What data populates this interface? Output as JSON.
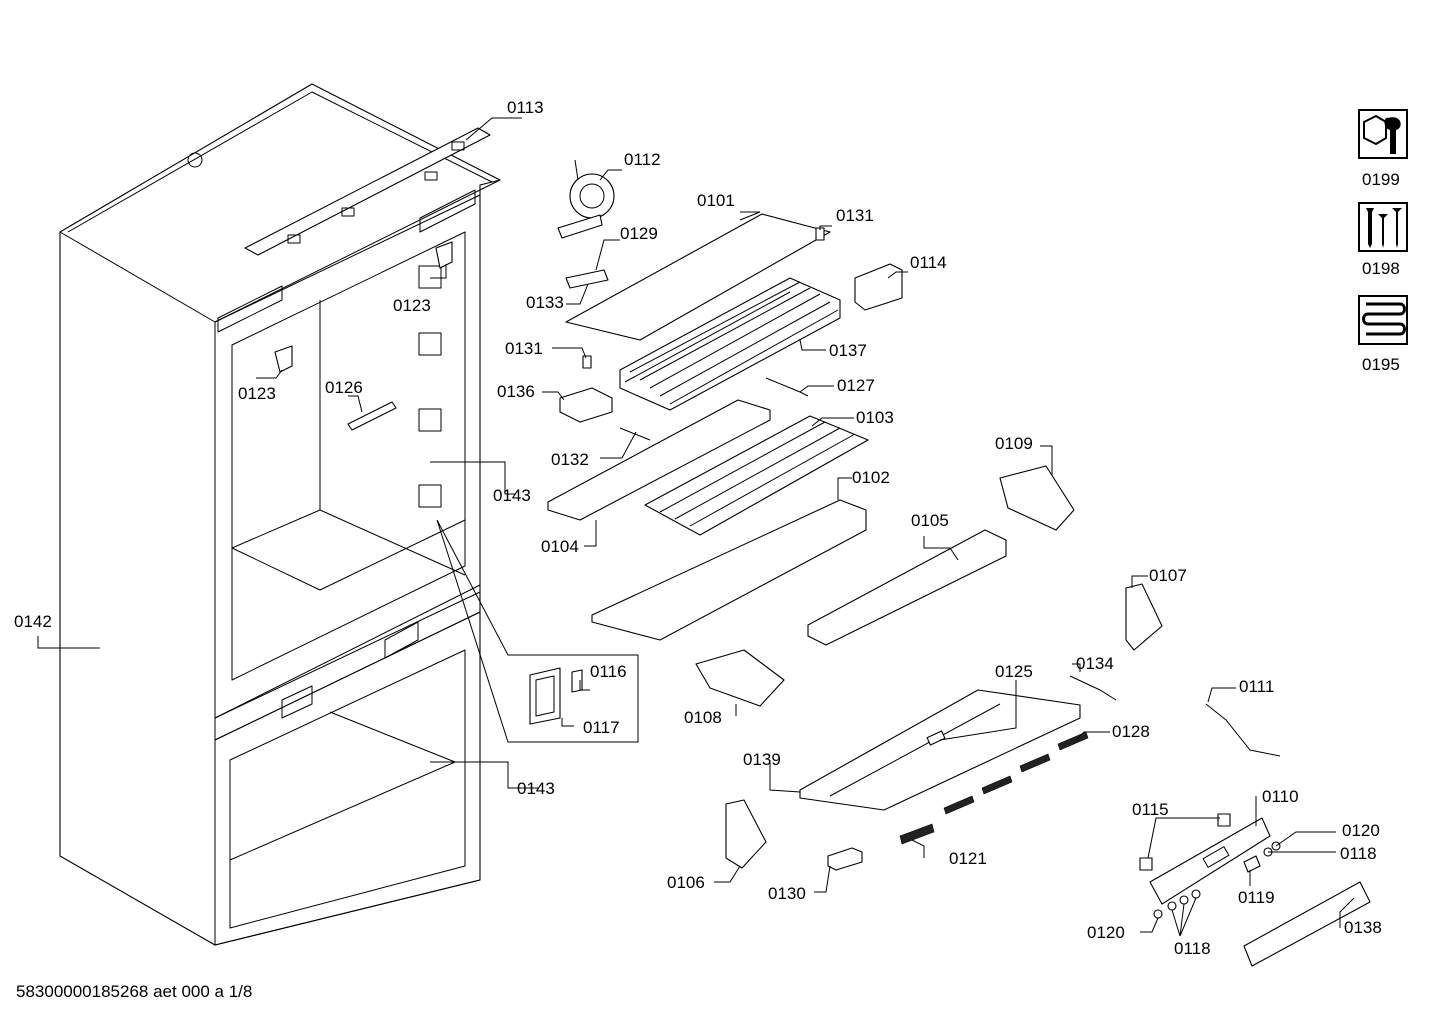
{
  "document_id": "58300000185268 aet 000 a 1/8",
  "part_labels": {
    "p0101": "0101",
    "p0102": "0102",
    "p0103": "0103",
    "p0104": "0104",
    "p0105": "0105",
    "p0106": "0106",
    "p0107": "0107",
    "p0108": "0108",
    "p0109": "0109",
    "p0110": "0110",
    "p0111": "0111",
    "p0112": "0112",
    "p0113": "0113",
    "p0114": "0114",
    "p0115": "0115",
    "p0116": "0116",
    "p0117": "0117",
    "p0118a": "0118",
    "p0118b": "0118",
    "p0119": "0119",
    "p0120a": "0120",
    "p0120b": "0120",
    "p0121": "0121",
    "p0123a": "0123",
    "p0123b": "0123",
    "p0125": "0125",
    "p0126": "0126",
    "p0127": "0127",
    "p0128": "0128",
    "p0129": "0129",
    "p0130": "0130",
    "p0131a": "0131",
    "p0131b": "0131",
    "p0132": "0132",
    "p0133": "0133",
    "p0134": "0134",
    "p0136": "0136",
    "p0137": "0137",
    "p0138": "0138",
    "p0139": "0139",
    "p0142": "0142",
    "p0143a": "0143",
    "p0143b": "0143"
  },
  "legend": [
    {
      "label": "0199",
      "icon": "wrench-nut-icon"
    },
    {
      "label": "0198",
      "icon": "screws-icon"
    },
    {
      "label": "0195",
      "icon": "heating-coil-icon"
    }
  ]
}
